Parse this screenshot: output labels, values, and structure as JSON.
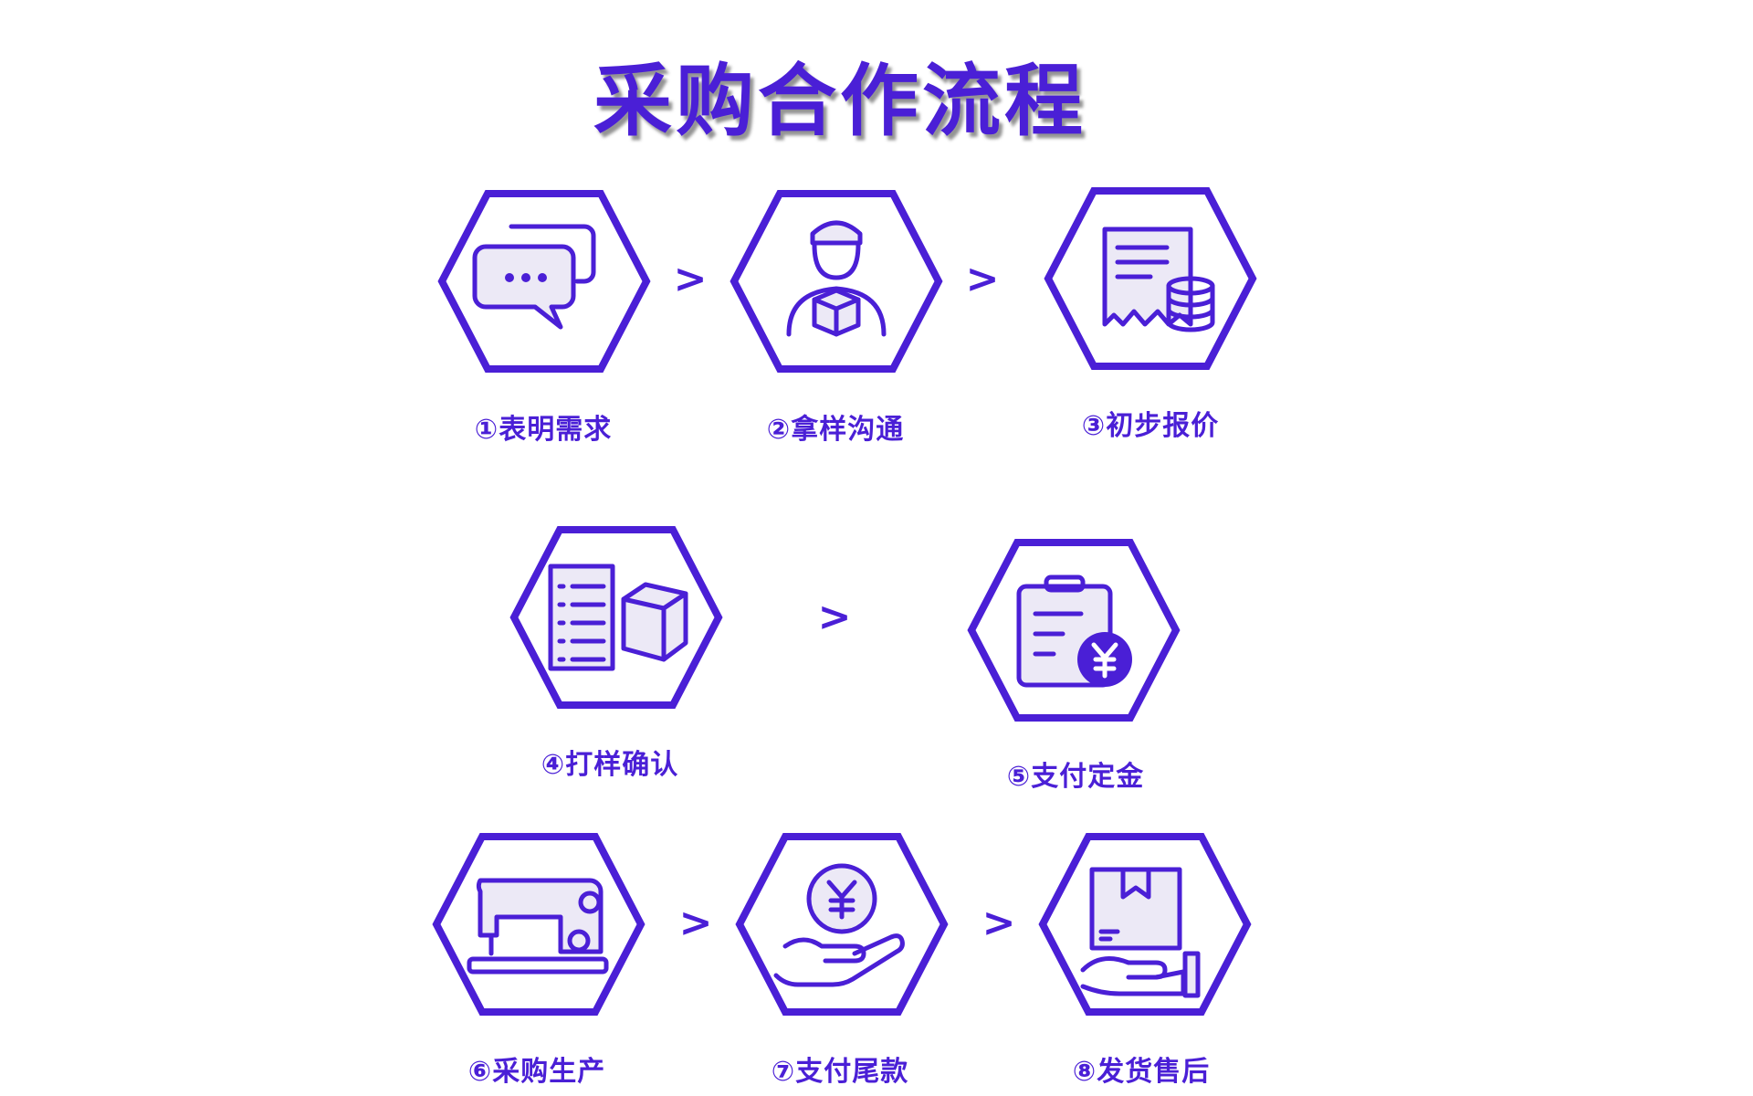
{
  "title": "采购合作流程",
  "colors": {
    "accent": "#4a1fd6",
    "background": "#ffffff"
  },
  "arrow_symbol": ">",
  "steps": [
    {
      "label": "①表明需求",
      "icon": "chat-bubbles-icon"
    },
    {
      "label": "②拿样沟通",
      "icon": "courier-with-box-icon"
    },
    {
      "label": "③初步报价",
      "icon": "receipt-with-coins-icon"
    },
    {
      "label": "④打样确认",
      "icon": "checklist-with-box-icon"
    },
    {
      "label": "⑤支付定金",
      "icon": "clipboard-yuan-icon"
    },
    {
      "label": "⑥采购生产",
      "icon": "sewing-machine-icon"
    },
    {
      "label": "⑦支付尾款",
      "icon": "hand-yuan-coin-icon"
    },
    {
      "label": "⑧发货售后",
      "icon": "hand-holding-package-icon"
    }
  ]
}
